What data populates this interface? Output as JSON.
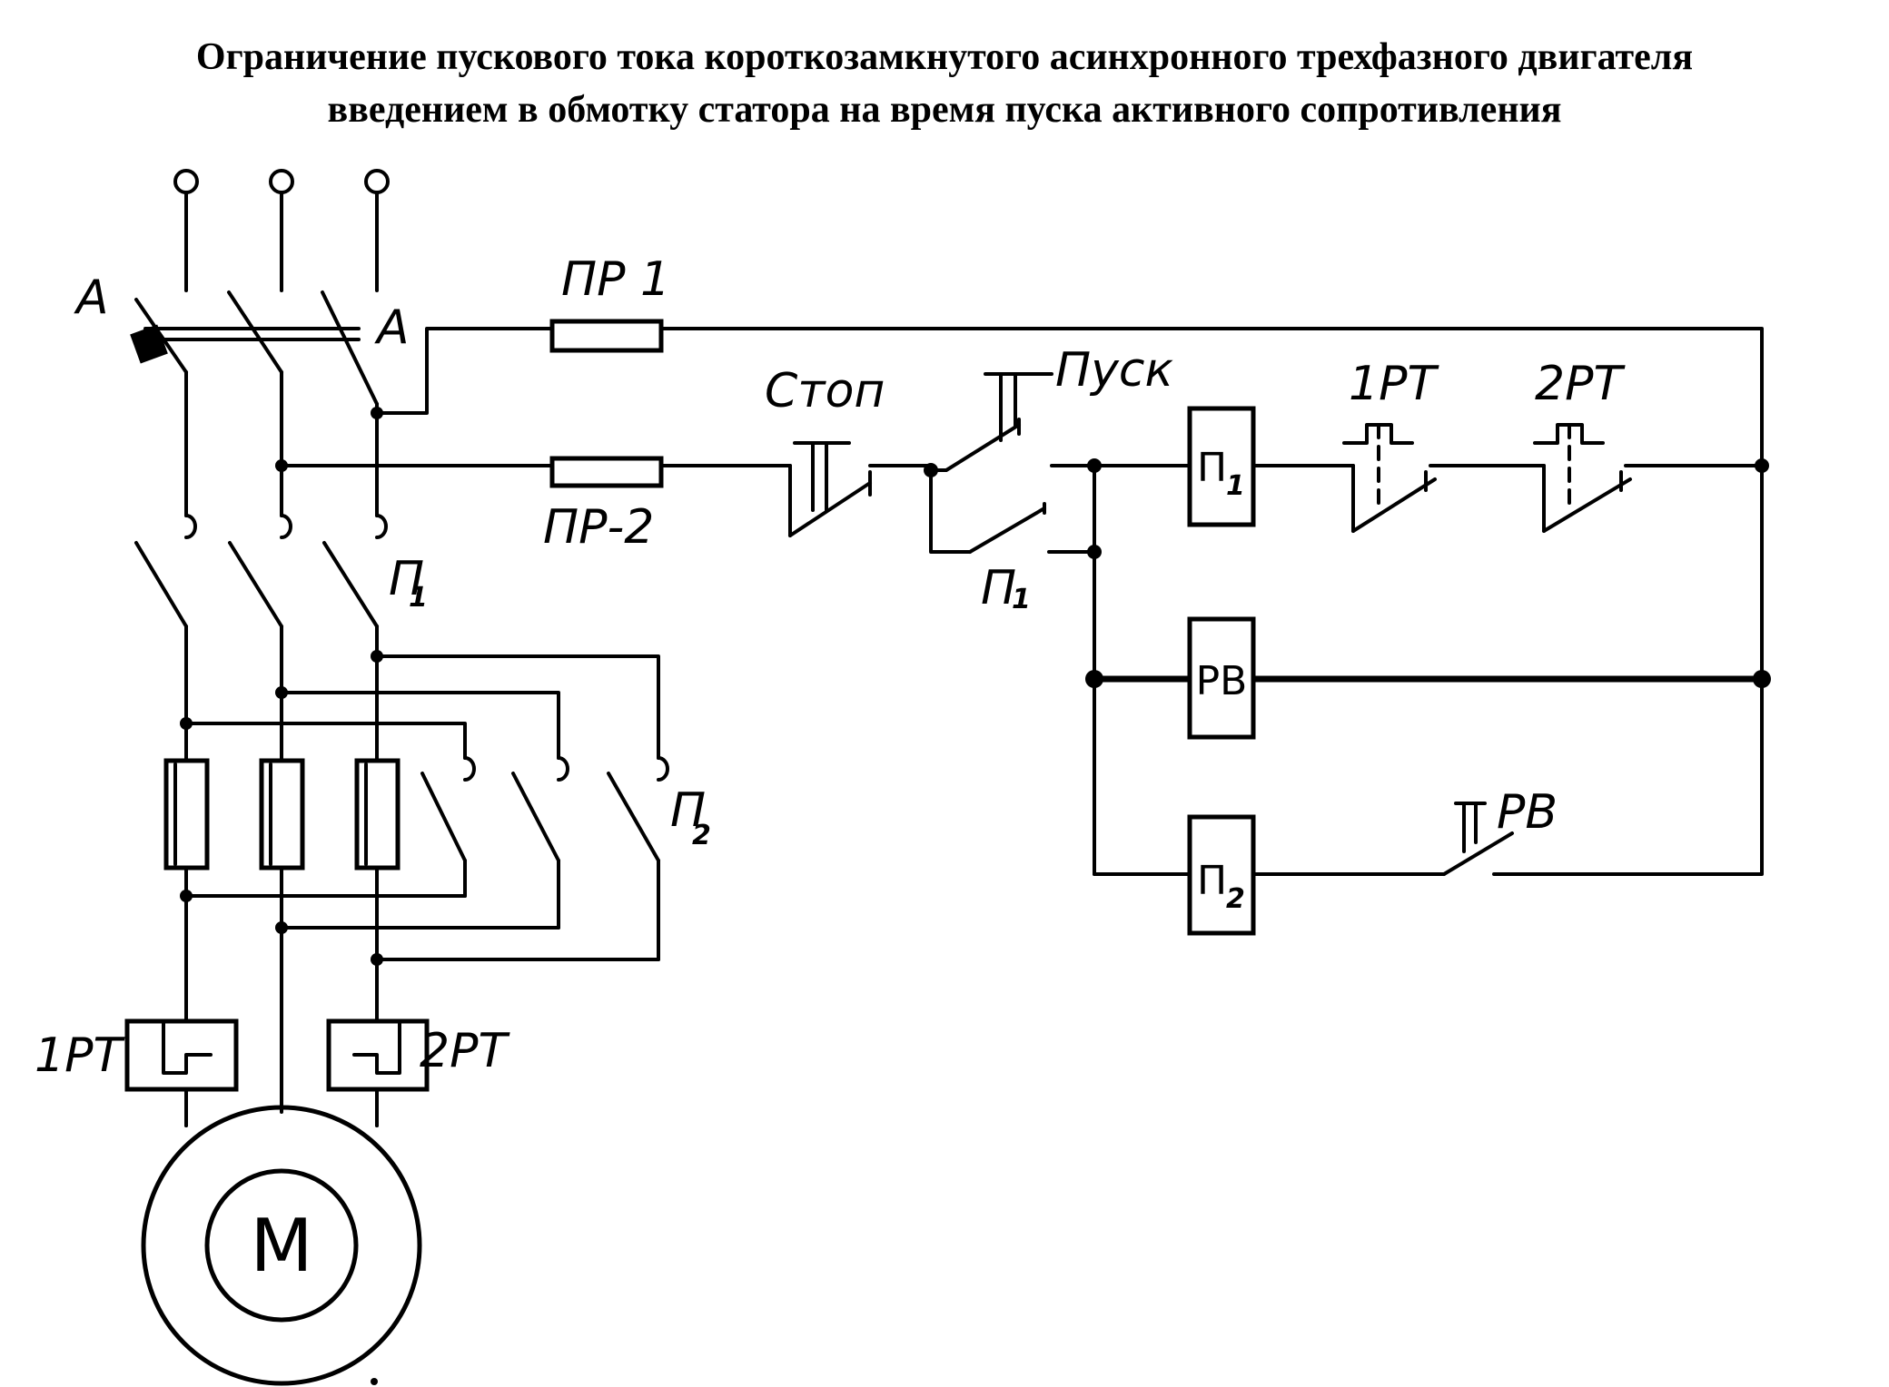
{
  "title": {
    "line1": "Ограничение пускового тока короткозамкнутого асинхронного трехфазного двигателя",
    "line2": "введением в обмотку статора на время пуска активного сопротивления"
  },
  "labels": {
    "breaker_left": "A",
    "breaker_right": "A",
    "fuse1": "ПР 1",
    "fuse2": "ПР-2",
    "stop": "Стоп",
    "start": "Пуск",
    "p1_contact": "П",
    "p1_contact_sub": "1",
    "p1_main": "П",
    "p1_main_sub": "1",
    "p2_contacts": "П",
    "p2_contacts_sub": "2",
    "coil_p1": "П",
    "coil_p1_sub": "1",
    "coil_rv": "РВ",
    "coil_p2": "П",
    "coil_p2_sub": "2",
    "rt1_contact": "1РТ",
    "rt2_contact": "2РТ",
    "rv_contact": "РВ",
    "rt1_heater": "1РТ",
    "rt2_heater": "2РТ",
    "motor": "М"
  }
}
